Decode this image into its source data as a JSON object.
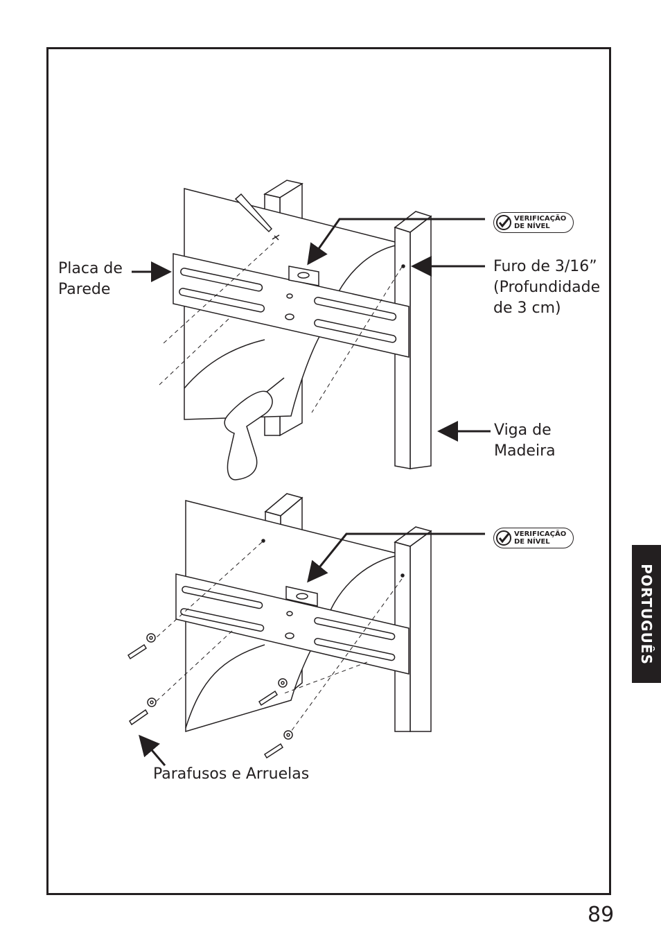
{
  "labels": {
    "wall_plate": "Placa de\nParede",
    "hole": "Furo de 3/16”\n(Profundidade\nde 3 cm)",
    "stud": "Viga de\nMadeira",
    "screws": "Parafusos e Arruelas"
  },
  "badge": {
    "line1": "VERIFICAÇÃO",
    "line2": "DE NÍVEL",
    "icon": "check-circle-icon"
  },
  "side_tab": "PORTUGUÊS",
  "page_number": "89",
  "colors": {
    "ink": "#231f20",
    "paper": "#ffffff",
    "tab_text": "#ffffff"
  }
}
